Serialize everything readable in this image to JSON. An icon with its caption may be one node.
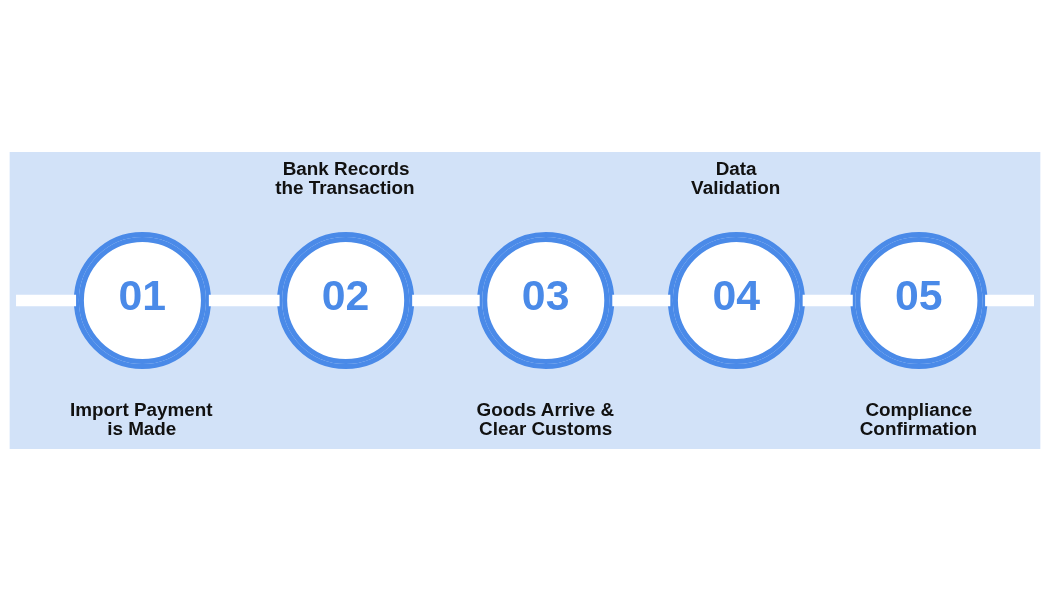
{
  "diagram": {
    "nodes": [
      {
        "text": [
          "01"
        ],
        "beside": [
          "Import Payment is Made"
        ]
      },
      {
        "text": [
          "02"
        ],
        "beside": [
          "Bank Records the Transaction"
        ]
      },
      {
        "text": [
          "03"
        ],
        "beside": [
          "Goods Arrive & Clear Customs"
        ]
      },
      {
        "text": [
          "04"
        ],
        "beside": [
          "Data Validation"
        ]
      },
      {
        "text": [
          "05"
        ],
        "beside": [
          "Compliance Confirmation"
        ]
      }
    ],
    "edges": [
      {
        "from": null,
        "to": 0,
        "arrow": "none"
      },
      {
        "from": 0,
        "to": 1,
        "arrow": "none"
      },
      {
        "from": 1,
        "to": 2,
        "arrow": "none"
      },
      {
        "from": 2,
        "to": 3,
        "arrow": "none"
      },
      {
        "from": 3,
        "to": 4,
        "arrow": "none"
      },
      {
        "from": 4,
        "to": null,
        "arrow": "none"
      }
    ]
  }
}
